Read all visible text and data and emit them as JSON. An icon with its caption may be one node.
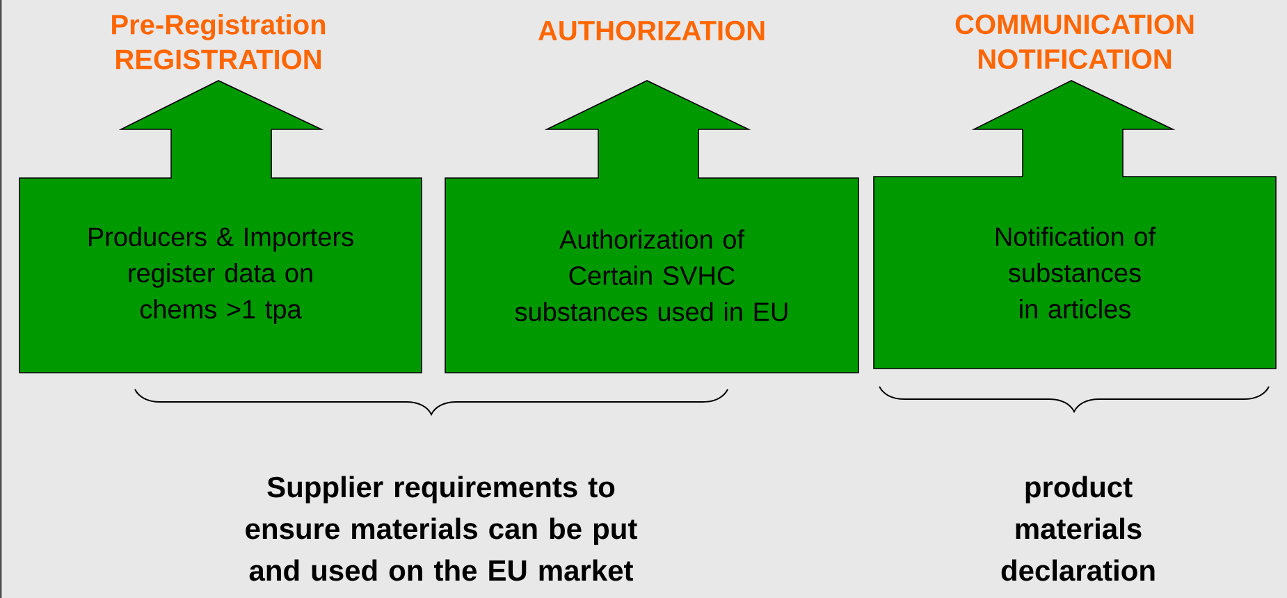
{
  "diagram": {
    "nodes": [
      {
        "text": [
          "Pre-Registration REGISTRATION",
          "Producers & Importers register data on chems >1 tpa"
        ]
      },
      {
        "text": [
          "AUTHORIZATION",
          "Authorization of Certain SVHC substances used in EU"
        ]
      },
      {
        "text": [
          "COMMUNICATION NOTIFICATION",
          "Notification of substances in articles"
        ]
      }
    ],
    "labels": [
      "Supplier requirements to ensure materials can be put and used on the EU market",
      "product materials declaration"
    ]
  }
}
